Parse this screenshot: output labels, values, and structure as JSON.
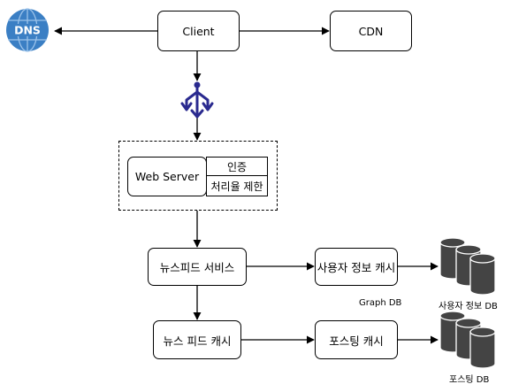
{
  "nodes": {
    "dns": "DNS",
    "client": "Client",
    "cdn": "CDN",
    "web_server": "Web Server",
    "auth": "인증",
    "rate_limit": "처리율 제한",
    "news_feed_service": "뉴스피드 서비스",
    "user_info_cache": "사용자 정보 캐시",
    "news_feed_cache": "뉴스 피드 캐시",
    "post_cache": "포스팅 캐시"
  },
  "captions": {
    "graph_db": "Graph DB",
    "user_info_db": "사용자 정보 DB",
    "post_db": "포스팅 DB"
  },
  "icons": {
    "dns": "dns-globe-icon",
    "load_balancer": "load-balancer-icon",
    "database": "database-cluster-icon"
  },
  "colors": {
    "dns_blue": "#3b7fc4",
    "load_balancer": "#2a2a8f",
    "db_gray": "#444444"
  }
}
